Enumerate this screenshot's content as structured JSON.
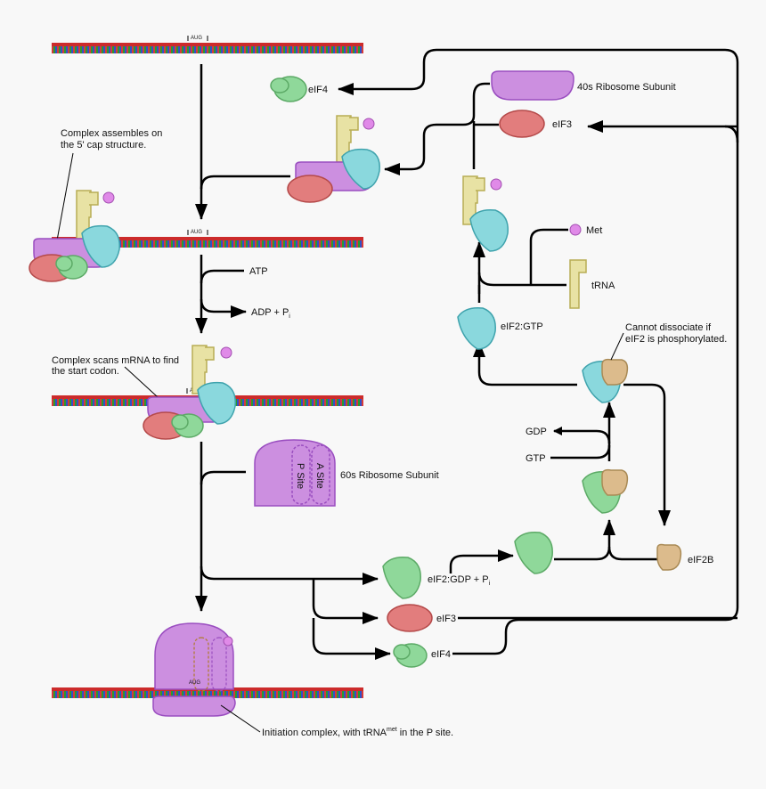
{
  "labels": {
    "aug": "AUG",
    "eif4": "eIF4",
    "eif3": "eIF3",
    "ribo40": "40s Ribosome Subunit",
    "assemble_line1": "Complex assembles on",
    "assemble_line2": "the 5' cap structure.",
    "met": "Met",
    "trna": "tRNA",
    "atp": "ATP",
    "adp": "ADP + P",
    "adp_sub": "i",
    "eif2gtp": "eIF2:GTP",
    "cannot_line1": "Cannot dissociate if",
    "cannot_line2": "eIF2 is phosphorylated.",
    "scan_line1": "Complex scans mRNA to find",
    "scan_line2": "the start codon.",
    "gdp": "GDP",
    "gtp": "GTP",
    "ribo60": "60s Ribosome Subunit",
    "p_site": "P Site",
    "a_site": "A Site",
    "eif2b": "eIF2B",
    "eif2gdp": "eIF2:GDP + P",
    "eif2gdp_sub": "i",
    "eif3_b": "eIF3",
    "eif4_b": "eIF4",
    "init_pre": "Initiation complex, with tRNA",
    "init_sup": "met",
    "init_post": " in the P site."
  },
  "colors": {
    "green": "#8fd89a",
    "green_stroke": "#5caa66",
    "red": "#e27d7d",
    "red_stroke": "#b54a4a",
    "purple": "#cc8fe0",
    "purple_stroke": "#9a4ec0",
    "cyan": "#8ad8dd",
    "cyan_stroke": "#3fa3ad",
    "yellow": "#e8e2a4",
    "yellow_stroke": "#b8ad55",
    "tan": "#dcbb8c",
    "tan_stroke": "#a98a55",
    "magenta": "#e08ae8"
  }
}
